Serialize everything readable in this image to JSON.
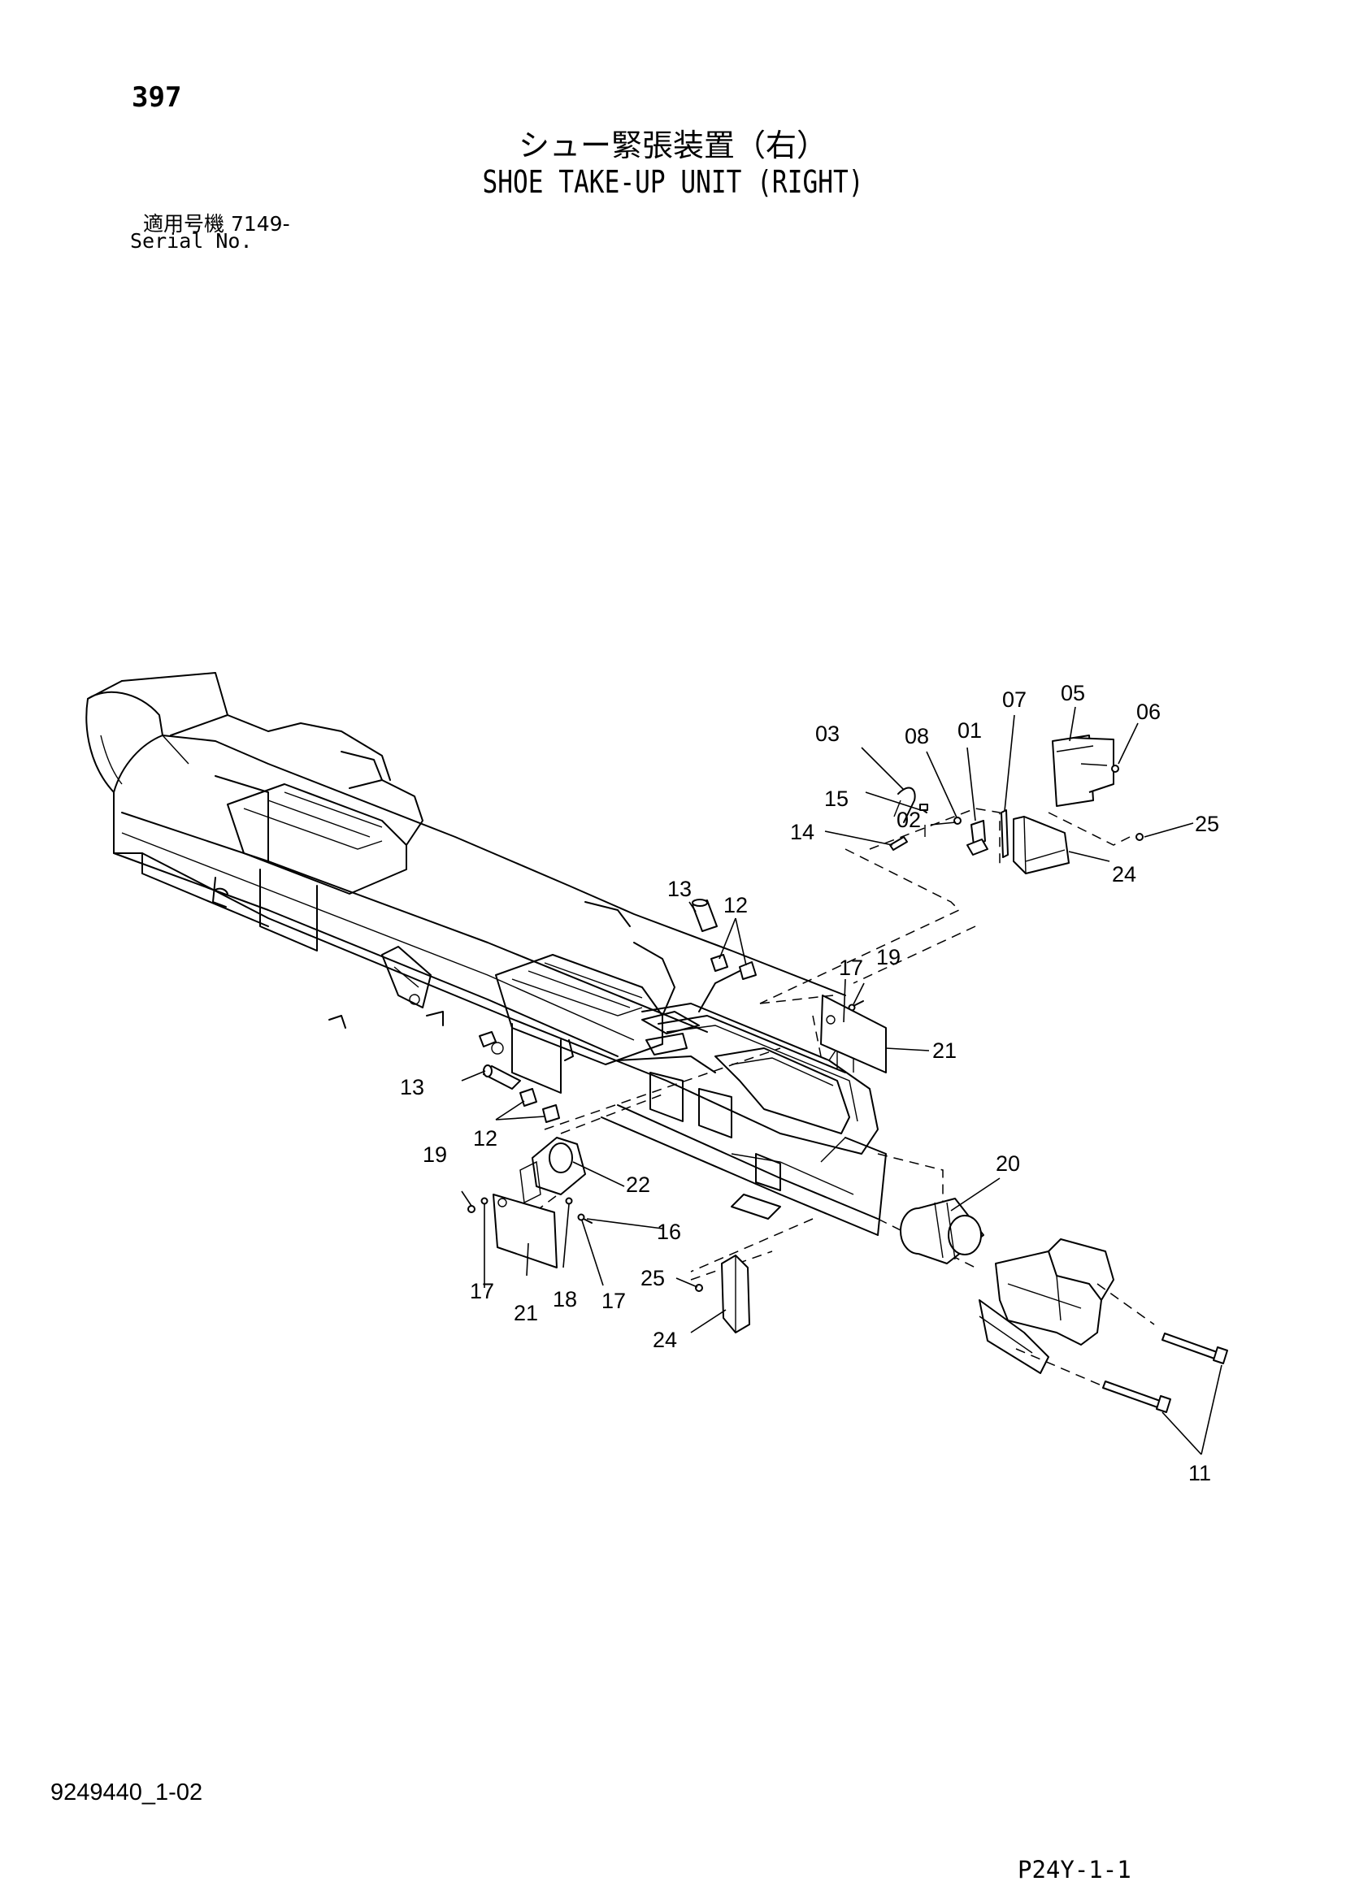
{
  "header": {
    "page_number": "397",
    "title_jp": "シュー緊張装置（右）",
    "title_en": "SHOE TAKE-UP UNIT (RIGHT)",
    "serial_jp": "適用号機  7149-",
    "serial_en": "Serial No."
  },
  "callouts": {
    "p01": "01",
    "p02": "02",
    "p03": "03",
    "p05": "05",
    "p06": "06",
    "p07": "07",
    "p08": "08",
    "p11": "11",
    "p12a": "12",
    "p12b": "12",
    "p13a": "13",
    "p13b": "13",
    "p14": "14",
    "p15": "15",
    "p16": "16",
    "p17a": "17",
    "p17b": "17",
    "p17c": "17",
    "p18": "18",
    "p19a": "19",
    "p19b": "19",
    "p20": "20",
    "p21a": "21",
    "p21b": "21",
    "p22": "22",
    "p24a": "24",
    "p24b": "24",
    "p25a": "25",
    "p25b": "25"
  },
  "footer": {
    "drawing_number": "9249440_1-02",
    "page_code": "P24Y-1-1"
  }
}
